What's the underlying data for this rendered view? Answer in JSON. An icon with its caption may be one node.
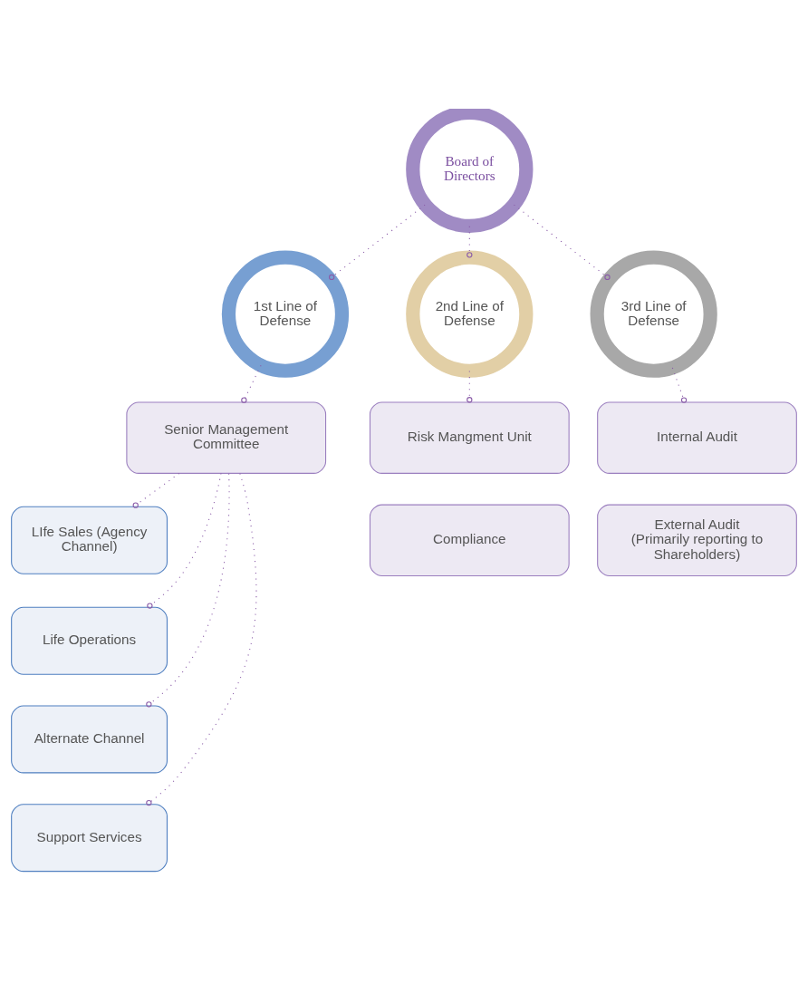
{
  "diagram": {
    "nodes": [
      {
        "text": [
          "Board of Directors"
        ]
      },
      {
        "text": [
          "1st Line of Defense"
        ]
      },
      {
        "text": [
          "2nd Line of Defense"
        ]
      },
      {
        "text": [
          "3rd Line of Defense"
        ]
      },
      {
        "text": [
          "Senior Management Committee"
        ]
      },
      {
        "text": [
          "Risk Mangment Unit"
        ]
      },
      {
        "text": [
          "Internal Audit"
        ]
      },
      {
        "text": [
          "LIfe Sales (Agency Channel)"
        ]
      },
      {
        "text": [
          "Life Operations"
        ]
      },
      {
        "text": [
          "Alternate Channel"
        ]
      },
      {
        "text": [
          "Support Services"
        ]
      },
      {
        "text": [
          "Compliance"
        ]
      },
      {
        "text": [
          "External Audit",
          "(Primarily reporting to Shareholders)"
        ]
      }
    ],
    "edges": [
      {
        "from": 0,
        "to": 1,
        "arrow": "other"
      },
      {
        "from": 0,
        "to": 2,
        "arrow": "other"
      },
      {
        "from": 0,
        "to": 3,
        "arrow": "other"
      },
      {
        "from": 1,
        "to": 4,
        "arrow": "other"
      },
      {
        "from": 2,
        "to": 5,
        "arrow": "other"
      },
      {
        "from": 3,
        "to": 6,
        "arrow": "other"
      },
      {
        "from": 4,
        "to": 7,
        "arrow": "other"
      },
      {
        "from": 4,
        "to": 8,
        "arrow": "other"
      },
      {
        "from": 4,
        "to": 9,
        "arrow": "other"
      },
      {
        "from": 4,
        "to": 10,
        "arrow": "other"
      }
    ]
  }
}
